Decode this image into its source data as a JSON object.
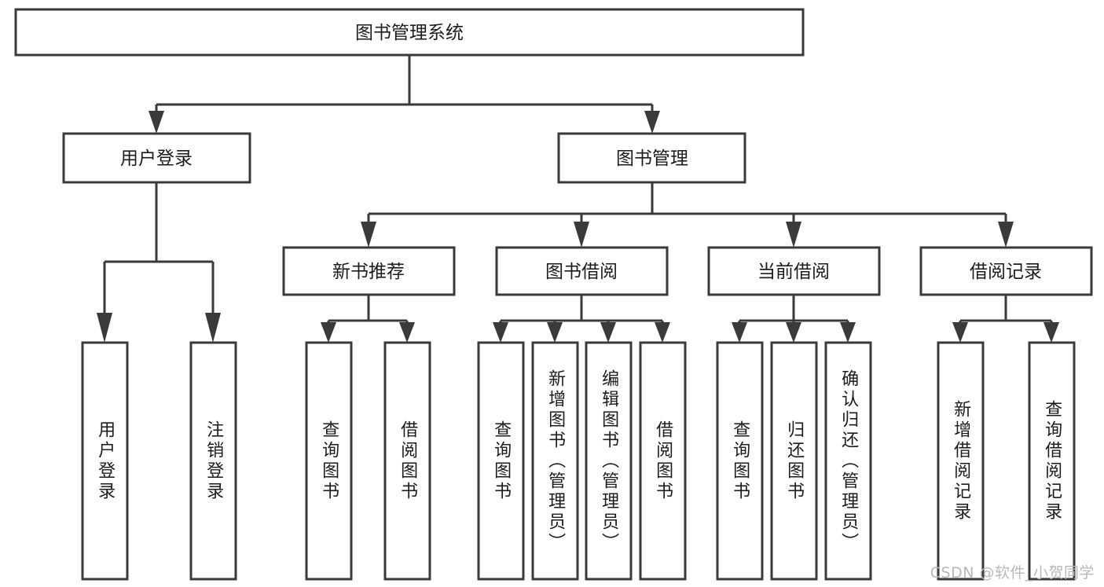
{
  "diagram": {
    "type": "hierarchy-tree",
    "title": "图书管理系统",
    "watermark": "CSDN @软件_小贺同学",
    "colors": {
      "stroke": "#3a3a3a",
      "fill": "#ffffff",
      "text": "#1c1c1c",
      "watermark": "#b9b9b9"
    },
    "root": {
      "label": "图书管理系统"
    },
    "level2": [
      {
        "label": "用户登录"
      },
      {
        "label": "图书管理"
      }
    ],
    "level3": [
      {
        "label": "新书推荐"
      },
      {
        "label": "图书借阅"
      },
      {
        "label": "当前借阅"
      },
      {
        "label": "借阅记录"
      }
    ],
    "leaves": {
      "user_login": [
        {
          "label": "用户登录"
        },
        {
          "label": "注销登录"
        }
      ],
      "new_book_recommend": [
        {
          "label": "查询图书"
        },
        {
          "label": "借阅图书"
        }
      ],
      "book_borrow": [
        {
          "label": "查询图书"
        },
        {
          "label": "新增图书（管理员）"
        },
        {
          "label": "编辑图书（管理员）"
        },
        {
          "label": "借阅图书"
        }
      ],
      "current_borrow": [
        {
          "label": "查询图书"
        },
        {
          "label": "归还图书"
        },
        {
          "label": "确认归还（管理员）"
        }
      ],
      "borrow_record": [
        {
          "label": "新增借阅记录"
        },
        {
          "label": "查询借阅记录"
        }
      ]
    }
  }
}
